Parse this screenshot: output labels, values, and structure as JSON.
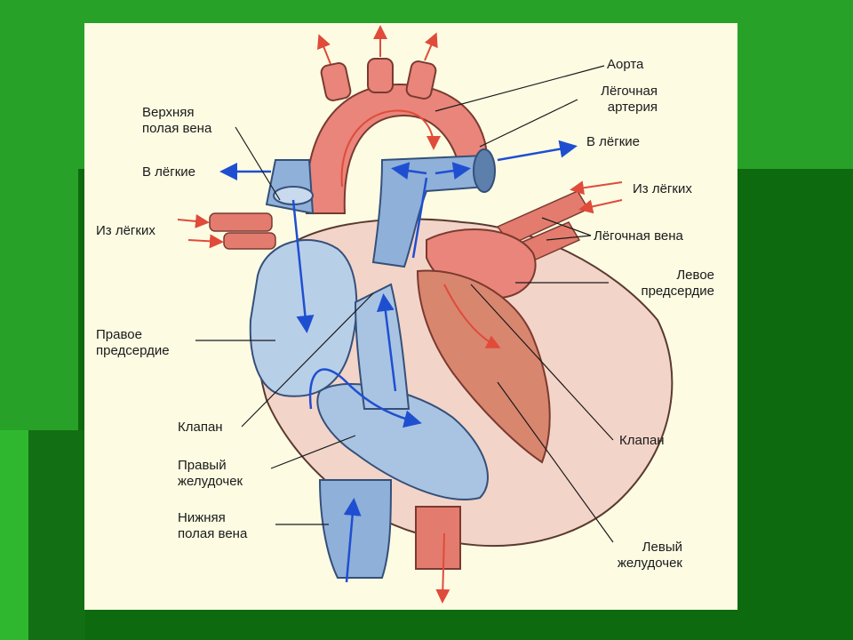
{
  "labels": {
    "aorta": "Аорта",
    "pulmonary_artery": "Лёгочная\nартерия",
    "to_lungs_right": "В лёгкие",
    "from_lungs_right": "Из лёгких",
    "pulmonary_vein": "Лёгочная вена",
    "left_atrium": "Левое\nпредсердие",
    "valve_right": "Клапан",
    "left_ventricle": "Левый\nжелудочек",
    "superior_vena_cava": "Верхняя\nполая вена",
    "to_lungs_left": "В лёгкие",
    "from_lungs_left": "Из лёгких",
    "right_atrium": "Правое\nпредсердие",
    "valve_left": "Клапан",
    "right_ventricle": "Правый\nжелудочек",
    "inferior_vena_cava": "Нижняя\nполая вена"
  },
  "colors": {
    "oxygenated": "#e9857a",
    "deoxygenated": "#a9c4e2",
    "arrow_red": "#e04b3a",
    "arrow_blue": "#1f4fd1",
    "panel": "#fdfce3"
  }
}
